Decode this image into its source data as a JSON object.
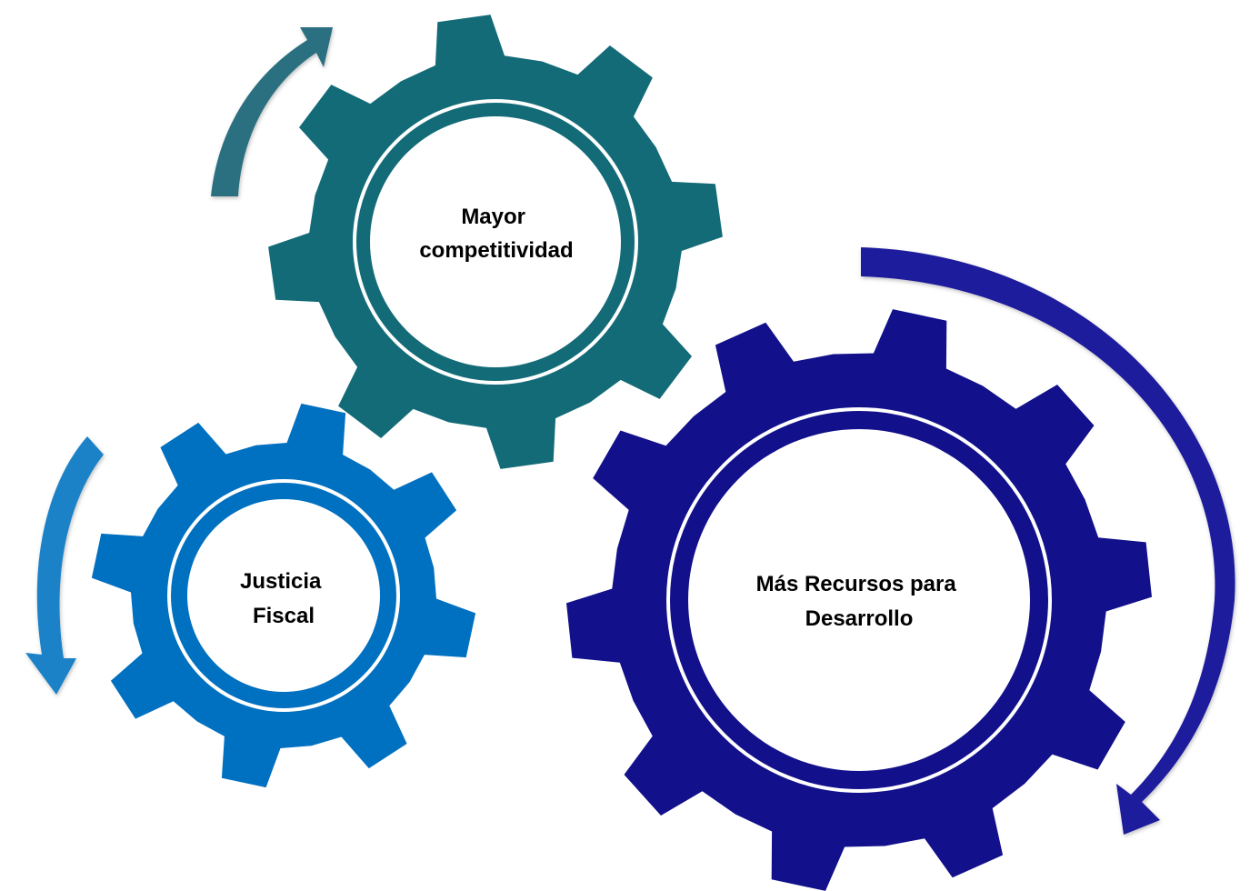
{
  "diagram": {
    "gears": [
      {
        "id": "competitividad",
        "label_lines": [
          "Mayor",
          "competitividad"
        ],
        "color": "#136B78",
        "arrow_color": "#2A6F80"
      },
      {
        "id": "justicia",
        "label_lines": [
          "Justicia",
          "Fiscal"
        ],
        "color": "#0070C0",
        "arrow_color": "#1A82C8"
      },
      {
        "id": "recursos",
        "label_lines": [
          "Más Recursos para",
          "Desarrollo"
        ],
        "color": "#12108A",
        "arrow_color": "#1E1A9C"
      }
    ],
    "background": "#FFFFFF",
    "ring_color": "#FFFFFF"
  }
}
